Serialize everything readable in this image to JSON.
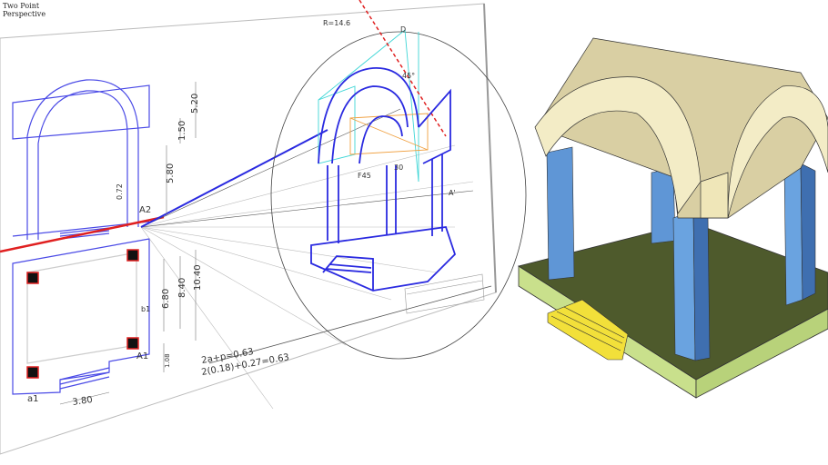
{
  "caption": {
    "line1": "Two Point",
    "line2": "Perspective"
  },
  "drawing": {
    "radius_label": "R=14.6",
    "point_d": "D",
    "angle_45": "45°",
    "f45": "F45",
    "angle_30": "30",
    "a_prime": "A'",
    "elevation_dims": [
      "5.20",
      "1.50",
      "5.80",
      "0.72"
    ],
    "plan_dims": [
      "6.80",
      "8.40",
      "10.40",
      "1.08",
      "3.80"
    ],
    "points": {
      "a2": "A2",
      "a1": "A1",
      "b1": "b1",
      "lower_a1": "a1"
    },
    "formula1": "2a+p=0.63",
    "formula2": "2(0.18)+0.27=0.63"
  },
  "colors": {
    "construction_blue": "#2a2ae0",
    "horizon_red": "#e02020",
    "cyan": "#3fd6d6",
    "orange": "#f0a040",
    "roof_top": "#d9cfa3",
    "roof_face": "#f3ecc6",
    "column": "#5f96d6",
    "column_dark": "#3f6fb0",
    "platform_top": "#4e5a2c",
    "platform_side": "#c9e08c",
    "steps": "#f2e03a"
  }
}
